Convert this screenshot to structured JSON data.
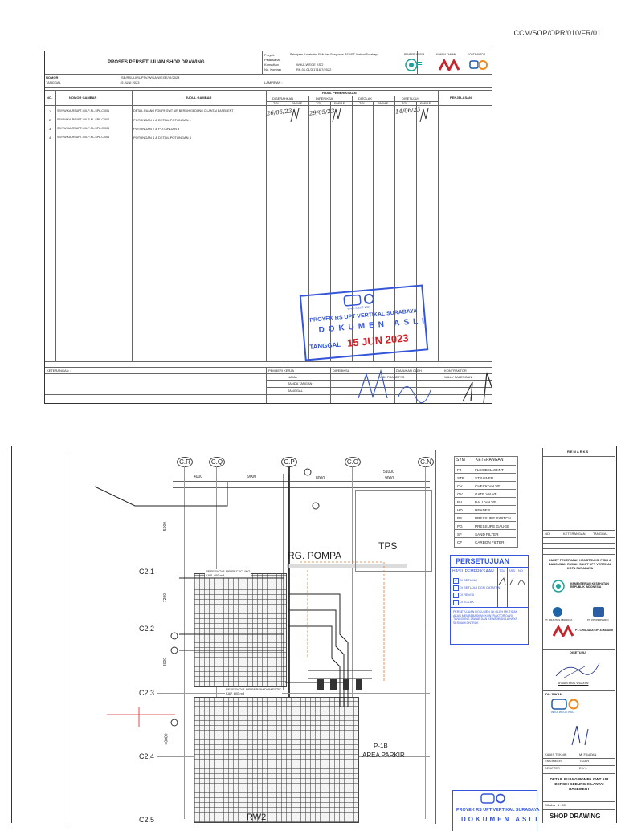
{
  "doc_code": "CCM/SOP/OPR/010/FR/01",
  "form": {
    "title": "PROSES PERSETUJUAN SHOP DRAWING",
    "project_label": "Proyek",
    "project_value": "Pekerjaan Konstruksi Fisik dan Bangunan RS UPT Vertikal Surabaya",
    "pelaksana_label": "Pelaksana",
    "konsultan_label": "Konsultan",
    "konsultan_value": "WIKA-WEGE KSO",
    "kontrak_label": "No. Kontrak",
    "kontrak_value": "RK.01.01/3/1716/7/2022",
    "logos": [
      "PEMBERI KERJA",
      "KONSULTAN MK",
      "KONTRAKTOR"
    ],
    "nomor_label": "NOMOR",
    "nomor_value": "SE/RS/JLW/UPTV/WIKA-WEGE/VI/2023",
    "tanggal_label": "TANGGAL",
    "tanggal_value": ": 5 JUNI 2023",
    "lampiran_label": "LAMPIRAN :",
    "headers": {
      "no": "NO.",
      "nomor_gambar": "NOMOR GAMBAR",
      "judul_gambar": "JUDUL GAMBAR",
      "hasil": "HASIL PEMERIKSAAN",
      "diserahkan": "DISERAHKAN",
      "diperiksa": "DIPERIKSA",
      "ditolak": "DITOLAK",
      "disetujui": "DISETUJUI",
      "tgl": "TGL",
      "paraf": "PARAF",
      "penjelasan": "PENJELASAN"
    },
    "rows": [
      {
        "no": "1",
        "nomor": "SBY/WIKA-RSUPT-V/ILP-PL-SPL-C-001",
        "judul": "DETAIL RUANG POMPA GWT AIR BERSIH GEDUNG C LANTAI BASEMENT"
      },
      {
        "no": "2",
        "nomor": "SBY/WIKA-RSUPT-V/ILP-PL-SPL-C-002",
        "judul": "POTONGAN 1 & DETAIL POTONGAN 1"
      },
      {
        "no": "3",
        "nomor": "SBY/WIKA-RSUPT-V/ILP-PL-SPL-C-003",
        "judul": "POTONGAN 2 & POTONGAN 3"
      },
      {
        "no": "4",
        "nomor": "SBY/WIKA-RSUPT-V/ILP-PL-SPL-C-004",
        "judul": "POTONGAN 4 & DETAIL POTONGAN 4"
      }
    ],
    "handwritten": [
      "26/05/23",
      "29/05/23",
      "14/06/23"
    ],
    "footer_left": "PEMBERI KERJA",
    "footer_mid": "DIPERIKSA",
    "footer_right": "DIAJUKAN OLEH",
    "footer_kontraktor": "KONTRAKTOR",
    "footer_row_labels": [
      "NAMA",
      "TANDA TANGAN",
      "TANGGAL"
    ],
    "footer_names": [
      "ANDI PRASETYO",
      "WILLY PALENGAN"
    ],
    "keterangan_label": "KETERANGAN :",
    "stamp": {
      "brand": "WIKA WEGE KSO",
      "line1": "PROYEK RS UPT VERTIKAL SURABAYA",
      "line2": "DOKUMEN ASLI",
      "tanggal_label": "TANGGAL",
      "tanggal_value": "15 JUN 2023"
    }
  },
  "drawing": {
    "grid_top": [
      "C.R",
      "C.Q",
      "C.P",
      "C.O",
      "C.N"
    ],
    "dims_top": [
      "4000",
      "9000",
      "8000",
      "51000",
      "9000"
    ],
    "grid_left": [
      "C2.1",
      "C2.2",
      "C2.3",
      "C2.4",
      "C2.5"
    ],
    "dims_left": [
      "5000",
      "7200",
      "8000",
      "40000"
    ],
    "labels": {
      "rg_pompa": "RG. POMPA",
      "tps": "TPS",
      "reservoir_recycling": "RESERVOIR AIR RECYCLING",
      "kap_400": "KAP. 400 m3",
      "reservoir_bersih": "RESERVOIR AIR BERSIH DOMESTIK",
      "kap_800": "KAP. 800 m3",
      "p1b": "P-1B",
      "area_parkir": "AREA PARKIR",
      "rw2": "RW2"
    },
    "legend": {
      "sym": "SYM",
      "keterangan": "KETERANGAN",
      "items": [
        {
          "sym": "FJ",
          "desc": "FLEXIBEL JOINT"
        },
        {
          "sym": "STR",
          "desc": "STRAINER"
        },
        {
          "sym": "CV",
          "desc": "CHECK VALVE"
        },
        {
          "sym": "GV",
          "desc": "GATE VALVE"
        },
        {
          "sym": "BV",
          "desc": "BALL VALVE"
        },
        {
          "sym": "HD",
          "desc": "HEADER"
        },
        {
          "sym": "PS",
          "desc": "PRESSURE SWITCH"
        },
        {
          "sym": "PG",
          "desc": "PRESSURE GAUGE"
        },
        {
          "sym": "SF",
          "desc": "SAND FILTER"
        },
        {
          "sym": "CF",
          "desc": "CARBON FILTER"
        }
      ]
    },
    "persetujuan": {
      "title": "PERSETUJUAN",
      "hasil": "HASIL PEMERIKSAAN",
      "cols": [
        "TGL",
        "ASS",
        "NO"
      ],
      "options": [
        "DI SETUJUI",
        "DI SETUJUI DGN CATATAN",
        "DI REVISI",
        "DI TOLAK"
      ],
      "note": "PERSETUJUAN DOKUMEN INI OLEH MK TIDAK AKAN MEMBEBASKAN KONTRAKTOR DARI TANGGUNG JAWAB DAN KEWAJIBAN LAINNYA SESUAI KONTRAK"
    },
    "title_block": {
      "remarks": "REMARKS",
      "no": "NO.",
      "keterangan": "KETERANGAN",
      "tanggal": "TANGGAL",
      "project": "PAKET PEKERJAAN KONSTRUKSI FISIK & BANGUNAN RUMAH SAKIT UPT VERTIKAL KOTA SURABAYA",
      "kemenkes": "KEMENTERIAN KESEHATAN REPUBLIK INDONESIA",
      "partners": [
        "PT. BRANTAS ABIPRAYA",
        "PT. PP (PERSERO)"
      ],
      "contractor": "PT. CIRIAJASA CIPTA MANDIRI",
      "disetujui": "DISETUJUI",
      "signer": "ARMAN EKAL WIJAYAN",
      "diajukan": "DIAJUKAN",
      "kso": "WIKA WEGE KSO",
      "kadis": "KADIS TEKNIK",
      "engineer": "ENGINEER",
      "drafter": "DRAFTER",
      "engineer_val": "TIGAR",
      "drafter_val": "E V L",
      "kadis_val": "M. FAUZAN",
      "drawing_title": "DETAIL RUANG POMPA GWT AIR BERSIH GEDUNG C LANTAI BASEMENT",
      "skala": "SKALA",
      "skala_val": "1 : 50",
      "shop_drawing": "SHOP DRAWING"
    },
    "stamp2_line1": "PROYEK RS UPT VERTIKAL SURABAYA",
    "stamp2_line2": "DOKUMEN ASLI"
  }
}
